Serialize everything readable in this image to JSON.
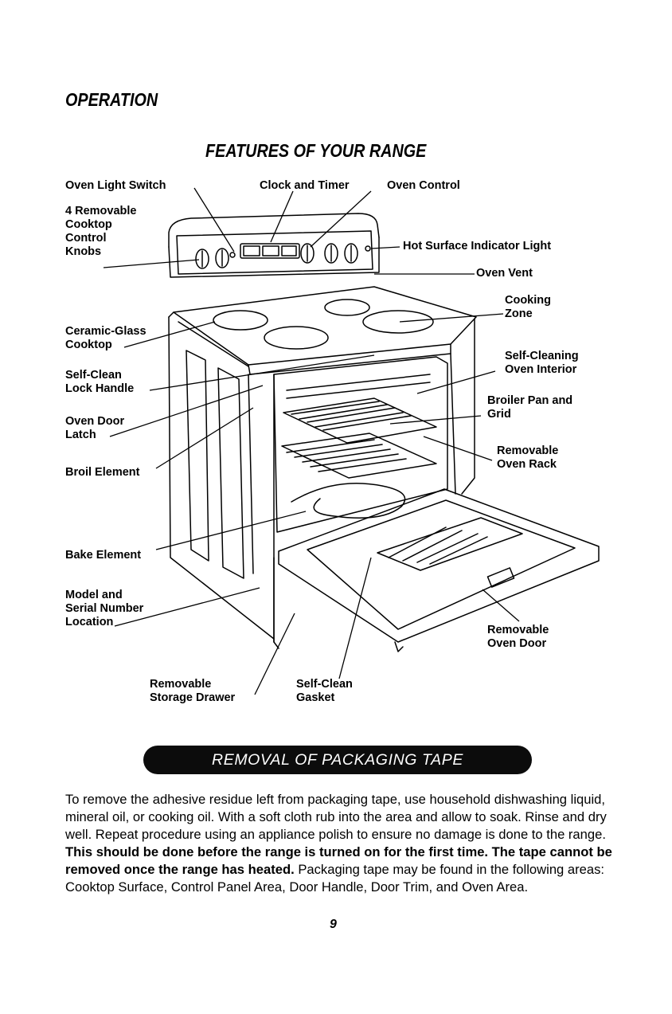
{
  "section_title": "OPERATION",
  "page_title": "FEATURES OF YOUR RANGE",
  "labels": {
    "oven_light_switch": "Oven Light Switch",
    "clock_and_timer": "Clock and Timer",
    "oven_control": "Oven Control",
    "cooktop_knobs": "4 Removable\nCooktop\nControl\nKnobs",
    "hot_surface_light": "Hot Surface Indicator Light",
    "oven_vent": "Oven Vent",
    "cooking_zone": "Cooking\nZone",
    "ceramic_glass_cooktop": "Ceramic-Glass\nCooktop",
    "self_cleaning_interior": "Self-Cleaning\nOven Interior",
    "self_clean_lock_handle": "Self-Clean\nLock Handle",
    "broiler_pan_grid": "Broiler Pan and\nGrid",
    "oven_door_latch": "Oven Door\nLatch",
    "removable_oven_rack": "Removable\nOven Rack",
    "broil_element": "Broil Element",
    "bake_element": "Bake Element",
    "model_serial_location": "Model and\nSerial Number\nLocation",
    "removable_oven_door": "Removable\nOven Door",
    "removable_storage_drawer": "Removable\nStorage Drawer",
    "self_clean_gasket": "Self-Clean\nGasket"
  },
  "banner": "REMOVAL OF PACKAGING TAPE",
  "body": {
    "part1": "To remove the adhesive residue left from packaging tape, use household dishwashing liquid, mineral oil, or cooking oil. With a soft cloth rub into the area and allow to soak. Rinse and dry well. Repeat procedure using an appliance polish to ensure no damage is done to the range. ",
    "bold": "This should be done before the range is turned on for the first time. The tape cannot be removed once the range has heated.",
    "part2": " Packaging tape may be found in the following areas: Cooktop Surface, Control Panel Area, Door Handle, Door Trim, and Oven Area."
  },
  "page_number": "9"
}
